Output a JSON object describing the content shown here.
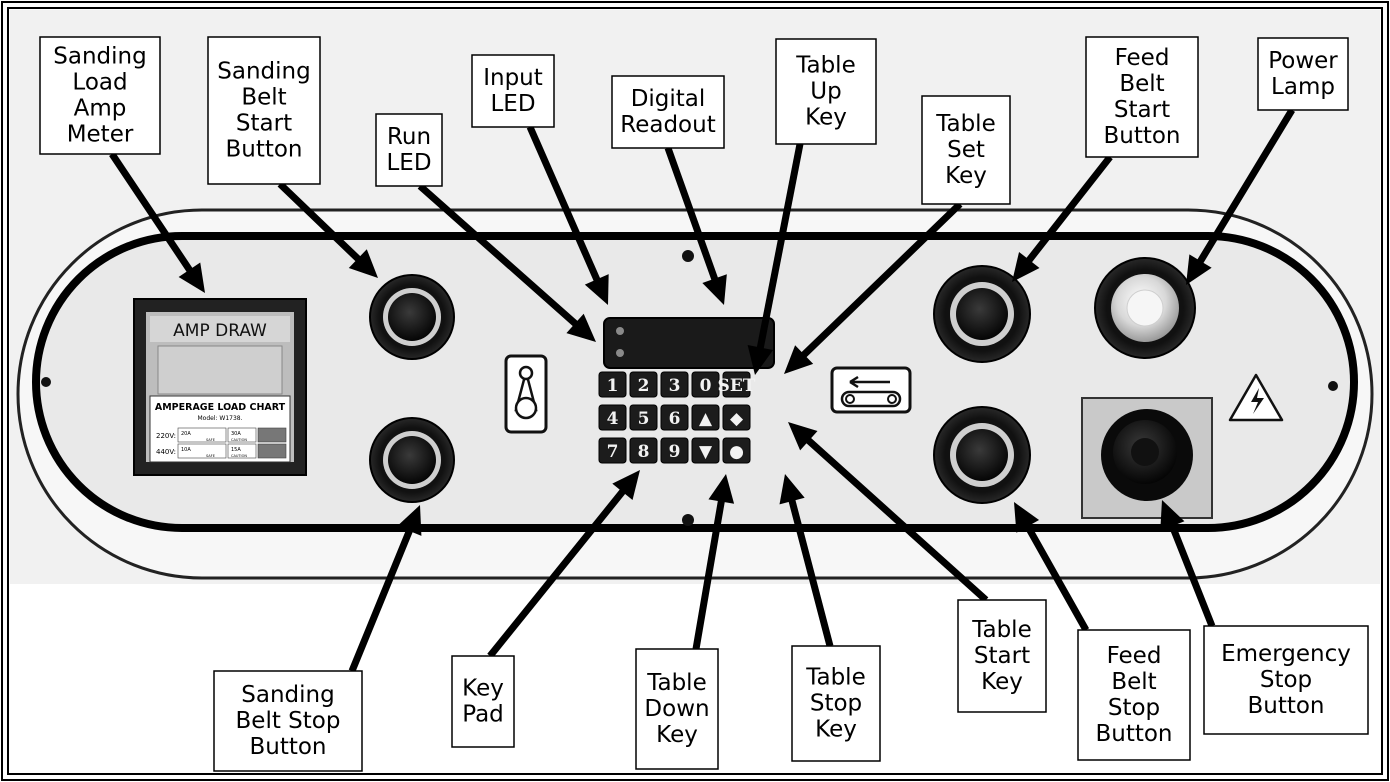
{
  "panel": {
    "meter_title": "AMP DRAW",
    "chart_title": "AMPERAGE LOAD CHART",
    "chart_model": "Model: W1738.",
    "rows": [
      {
        "voltage": "220V:",
        "c1": "20A",
        "c1s": "SAFE",
        "c2": "30A",
        "c2s": "CAUTION"
      },
      {
        "voltage": "440V:",
        "c1": "10A",
        "c1s": "SAFE",
        "c2": "15A",
        "c2s": "CAUTION"
      }
    ]
  },
  "keypad": {
    "keys": [
      "1",
      "2",
      "3",
      "0",
      "SET",
      "4",
      "5",
      "6",
      "▲",
      "◆",
      "7",
      "8",
      "9",
      "▼",
      "●"
    ]
  },
  "callouts": {
    "amp_meter": [
      "Sanding",
      "Load",
      "Amp",
      "Meter"
    ],
    "belt_start": [
      "Sanding",
      "Belt",
      "Start",
      "Button"
    ],
    "run_led": [
      "Run",
      "LED"
    ],
    "input_led": [
      "Input",
      "LED"
    ],
    "digital_readout": [
      "Digital",
      "Readout"
    ],
    "table_up": [
      "Table",
      "Up",
      "Key"
    ],
    "table_set": [
      "Table",
      "Set",
      "Key"
    ],
    "feed_start": [
      "Feed",
      "Belt",
      "Start",
      "Button"
    ],
    "power_lamp": [
      "Power",
      "Lamp"
    ],
    "belt_stop": [
      "Sanding",
      "Belt Stop",
      "Button"
    ],
    "key_pad": [
      "Key",
      "Pad"
    ],
    "table_down": [
      "Table",
      "Down",
      "Key"
    ],
    "table_stop": [
      "Table",
      "Stop",
      "Key"
    ],
    "table_start": [
      "Table",
      "Start",
      "Key"
    ],
    "feed_stop": [
      "Feed",
      "Belt",
      "Stop",
      "Button"
    ],
    "estop": [
      "Emergency",
      "Stop",
      "Button"
    ]
  }
}
